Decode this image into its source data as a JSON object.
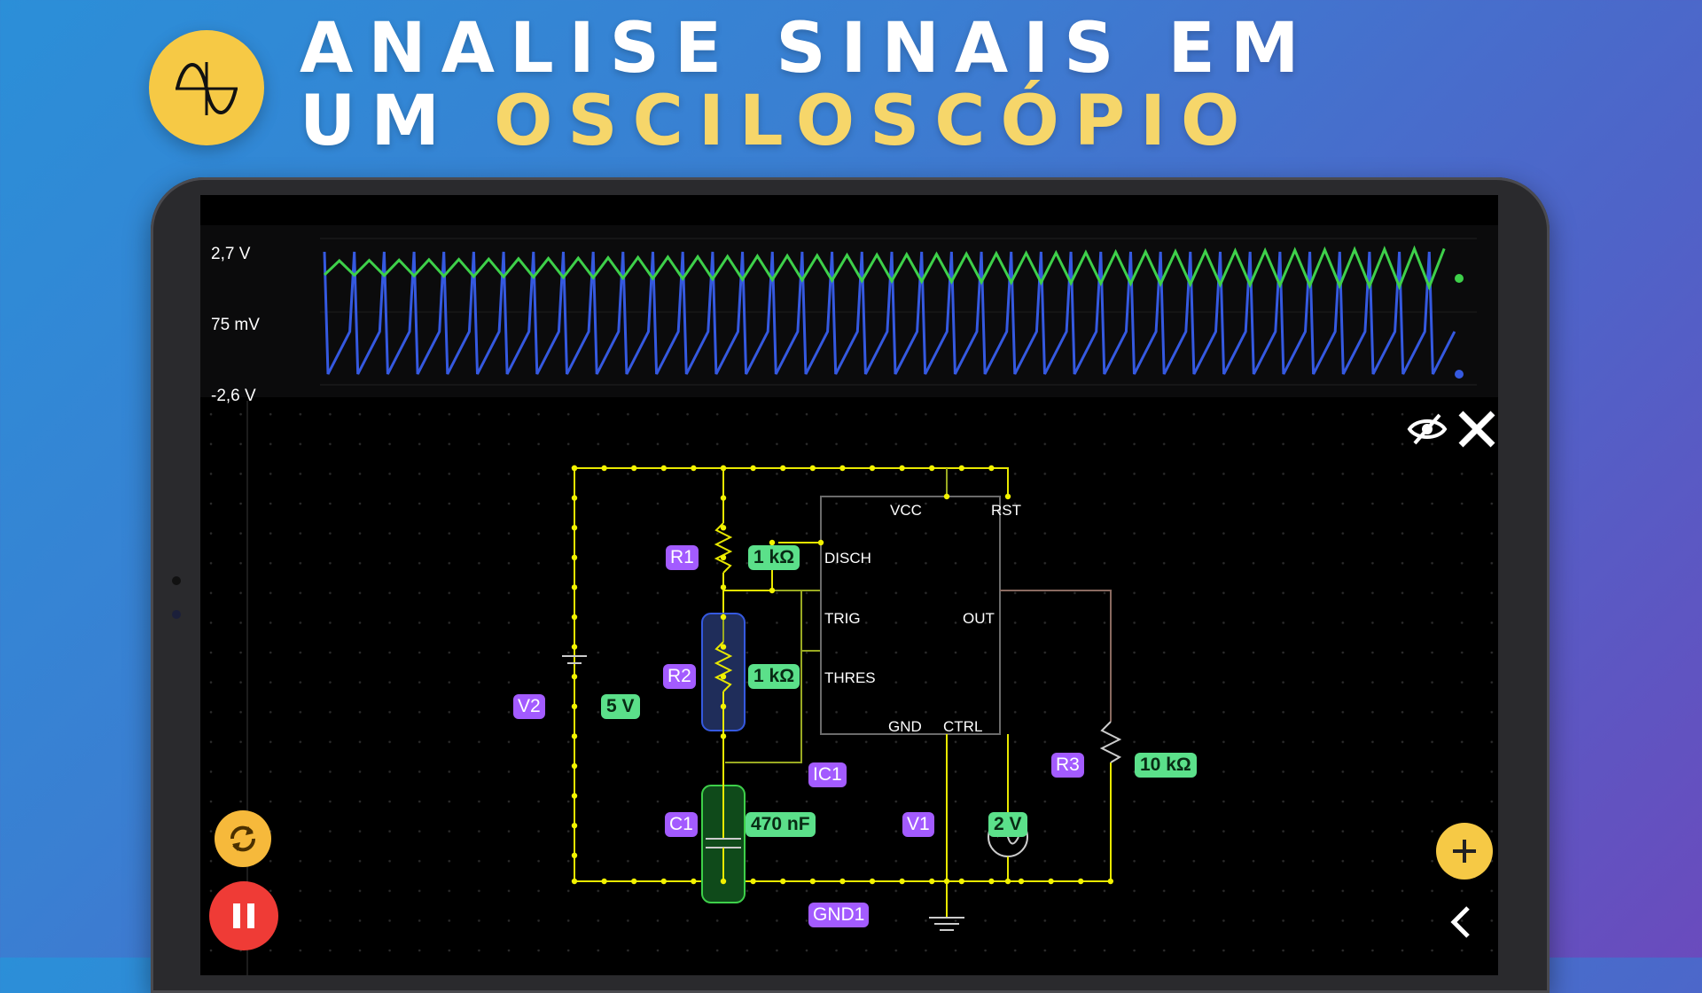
{
  "headline": {
    "line1": "ANALISE SINAIS EM",
    "line2_plain": "UM ",
    "line2_accent": "OSCILOSCÓPIO"
  },
  "icons": {
    "logo": "sine-wave-icon",
    "hide": "eye-off-icon",
    "close": "close-icon",
    "refresh": "refresh-icon",
    "pause": "pause-icon",
    "add": "plus-icon",
    "back": "chevron-left-icon"
  },
  "colors": {
    "accent_yellow": "#f6c945",
    "trace_green": "#3ed04a",
    "trace_blue": "#3559e0",
    "label_purple": "#a35bff",
    "value_green": "#5be08a",
    "pause_red": "#ef3b36"
  },
  "scope": {
    "top_label": "2,7 V",
    "mid_label": "75 mV",
    "bottom_label": "-2,6 V"
  },
  "components": {
    "r1": {
      "name": "R1",
      "value": "1 kΩ"
    },
    "r2": {
      "name": "R2",
      "value": "1 kΩ"
    },
    "r3": {
      "name": "R3",
      "value": "10 kΩ"
    },
    "c1": {
      "name": "C1",
      "value": "470 nF"
    },
    "v1": {
      "name": "V1",
      "value": "2 V"
    },
    "v2": {
      "name": "V2",
      "value": "5 V"
    },
    "ic1": {
      "name": "IC1"
    },
    "gnd1": {
      "name": "GND1"
    }
  },
  "ic_pins": {
    "vcc": "VCC",
    "rst": "RST",
    "disch": "DISCH",
    "trig": "TRIG",
    "out": "OUT",
    "thres": "THRES",
    "gnd": "GND",
    "ctrl": "CTRL"
  }
}
